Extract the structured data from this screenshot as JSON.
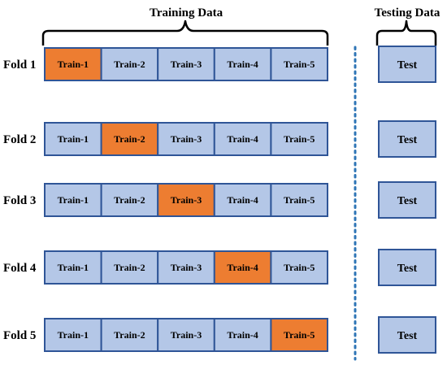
{
  "headers": {
    "training": "Training Data",
    "testing": "Testing Data"
  },
  "colors": {
    "train_fill": "#b4c7e7",
    "highlight_fill": "#ed7d31",
    "border": "#2f5597",
    "divider": "#2e75b6",
    "brace": "#000000",
    "text": "#000000"
  },
  "folds": [
    {
      "label": "Fold 1",
      "cells": [
        "Train-1",
        "Train-2",
        "Train-3",
        "Train-4",
        "Train-5"
      ],
      "highlight_index": 0,
      "test_label": "Test"
    },
    {
      "label": "Fold 2",
      "cells": [
        "Train-1",
        "Train-2",
        "Train-3",
        "Train-4",
        "Train-5"
      ],
      "highlight_index": 1,
      "test_label": "Test"
    },
    {
      "label": "Fold 3",
      "cells": [
        "Train-1",
        "Train-2",
        "Train-3",
        "Train-4",
        "Train-5"
      ],
      "highlight_index": 2,
      "test_label": "Test"
    },
    {
      "label": "Fold 4",
      "cells": [
        "Train-1",
        "Train-2",
        "Train-3",
        "Train-4",
        "Train-5"
      ],
      "highlight_index": 3,
      "test_label": "Test"
    },
    {
      "label": "Fold 5",
      "cells": [
        "Train-1",
        "Train-2",
        "Train-3",
        "Train-4",
        "Train-5"
      ],
      "highlight_index": 4,
      "test_label": "Test"
    }
  ]
}
